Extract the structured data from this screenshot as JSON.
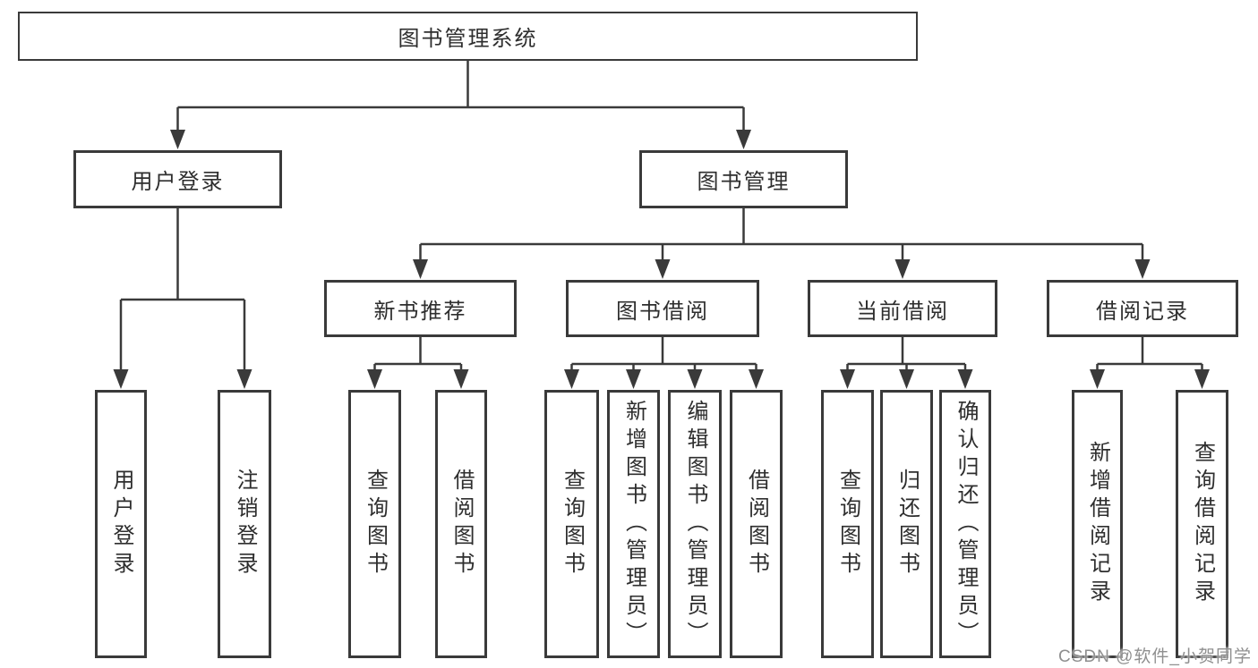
{
  "title": "图书管理系统",
  "watermark": "CSDN @软件_小贺同学",
  "colors": {
    "line": "#3a3a3a",
    "text": "#2e2e2e",
    "box_background": "#ffffff",
    "watermark": "#8f8f8f"
  },
  "tree": {
    "root": {
      "label": "图书管理系统",
      "children": [
        {
          "label": "用户登录",
          "children": [
            {
              "label": "用户登录"
            },
            {
              "label": "注销登录"
            }
          ]
        },
        {
          "label": "图书管理",
          "children": [
            {
              "label": "新书推荐",
              "children": [
                {
                  "label": "查询图书"
                },
                {
                  "label": "借阅图书"
                }
              ]
            },
            {
              "label": "图书借阅",
              "children": [
                {
                  "label": "查询图书"
                },
                {
                  "label": "新增图书（管理员）"
                },
                {
                  "label": "编辑图书（管理员）"
                },
                {
                  "label": "借阅图书"
                }
              ]
            },
            {
              "label": "当前借阅",
              "children": [
                {
                  "label": "查询图书"
                },
                {
                  "label": "归还图书"
                },
                {
                  "label": "确认归还（管理员）"
                }
              ]
            },
            {
              "label": "借阅记录",
              "children": [
                {
                  "label": "新增借阅记录"
                },
                {
                  "label": "查询借阅记录"
                }
              ]
            }
          ]
        }
      ]
    }
  }
}
